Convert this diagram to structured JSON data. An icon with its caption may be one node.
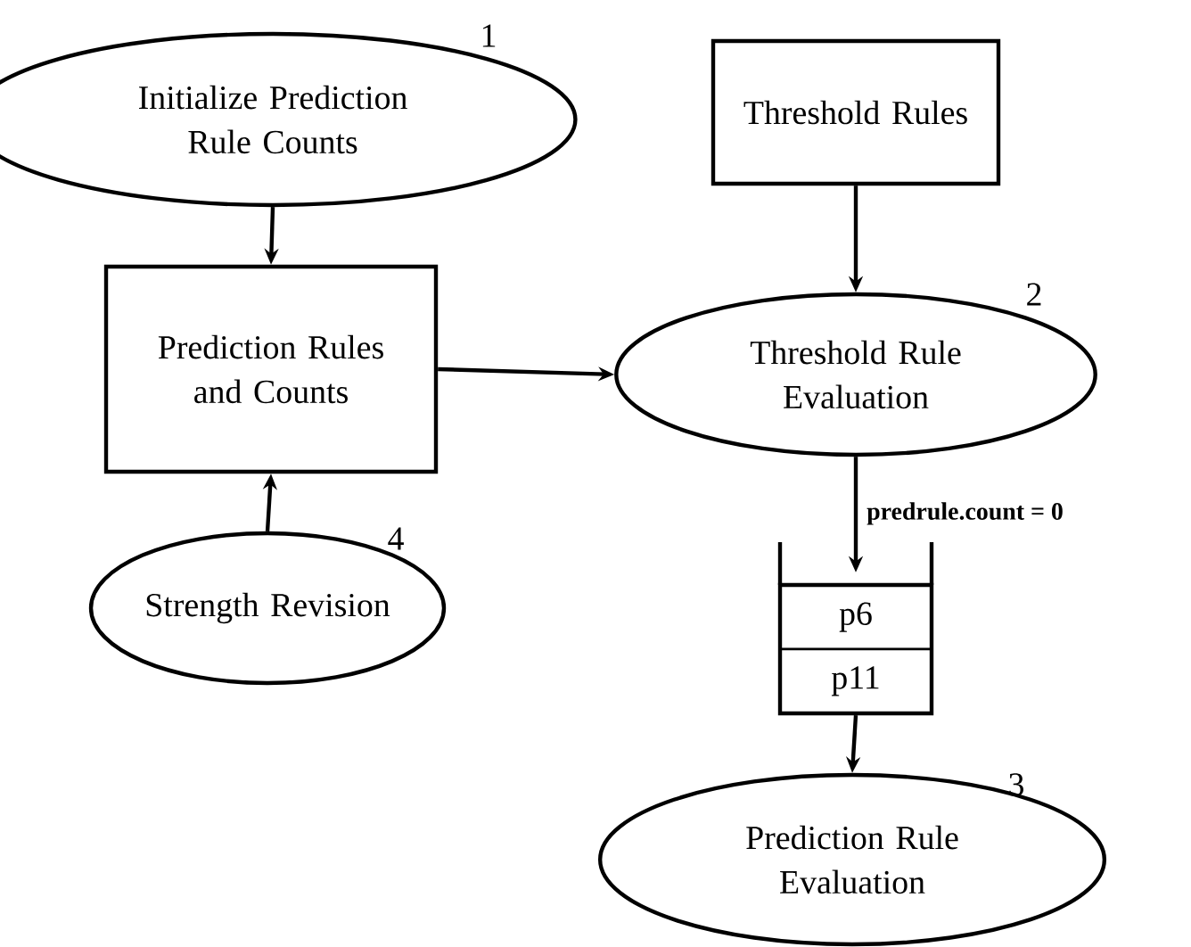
{
  "diagram": {
    "nodes": [
      {
        "text": [
          "Initialize Prediction Rule Counts"
        ],
        "beside": [
          "1"
        ]
      },
      {
        "text": [
          "Threshold Rules"
        ]
      },
      {
        "text": [
          "Prediction Rules and Counts"
        ]
      },
      {
        "text": [
          "Threshold Rule Evaluation"
        ],
        "beside": [
          "2"
        ]
      },
      {
        "text": [
          "Strength Revision"
        ],
        "beside": [
          "4"
        ]
      },
      {
        "text": [
          "p6",
          "p11"
        ]
      },
      {
        "text": [
          "Prediction Rule Evaluation"
        ],
        "beside": [
          "3"
        ]
      }
    ],
    "edges": [
      {
        "from": 0,
        "to": 2,
        "arrow": "to"
      },
      {
        "from": 1,
        "to": 3,
        "arrow": "to"
      },
      {
        "from": 2,
        "to": 3,
        "arrow": "to"
      },
      {
        "from": 4,
        "to": 2,
        "arrow": "to"
      },
      {
        "from": 3,
        "to": 5,
        "arrow": "to",
        "label": "predrule.count = 0"
      },
      {
        "from": 5,
        "to": 6,
        "arrow": "to"
      }
    ]
  }
}
